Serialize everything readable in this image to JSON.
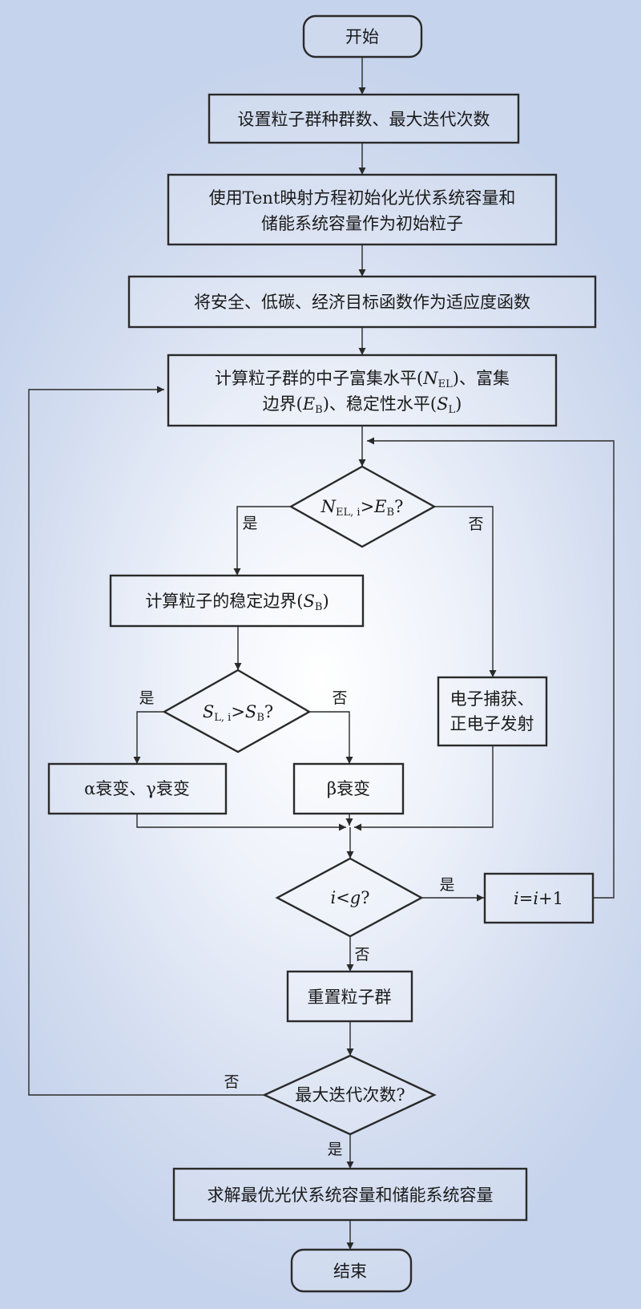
{
  "nodes": {
    "start": "开始",
    "set_params": "设置粒子群种群数、最大迭代次数",
    "init_line1": "使用Tent映射方程初始化光伏系统容量和",
    "init_line2": "储能系统容量作为初始粒子",
    "fitness": "将安全、低碳、经济目标函数作为适应度函数",
    "compute_line1_a": "计算粒子群的中子富集水平(",
    "compute_line1_var": "N",
    "compute_line1_sub": "EL",
    "compute_line1_b": ")、富集",
    "compute_line2_a": "边界(",
    "compute_line2_var1": "E",
    "compute_line2_sub1": "B",
    "compute_line2_b": ")、稳定性水平(",
    "compute_line2_var2": "S",
    "compute_line2_sub2": "L",
    "compute_line2_c": ")",
    "dec1_var1": "N",
    "dec1_sub1": "EL, i",
    "dec1_op": ">",
    "dec1_var2": "E",
    "dec1_sub2": "B",
    "dec1_q": "?",
    "stable_bound_a": "计算粒子的稳定边界(",
    "stable_bound_var": "S",
    "stable_bound_sub": "B",
    "stable_bound_b": ")",
    "dec2_var1": "S",
    "dec2_sub1": "L, i",
    "dec2_op": ">",
    "dec2_var2": "S",
    "dec2_sub2": "B",
    "dec2_q": "?",
    "electron_line1": "电子捕获、",
    "electron_line2": "正电子发射",
    "alpha_gamma": "α衰变、γ衰变",
    "beta": "β衰变",
    "dec3_var1": "i",
    "dec3_op": "<",
    "dec3_var2": "g",
    "dec3_q": "?",
    "incr_var1": "i",
    "incr_eq": "=",
    "incr_var2": "i",
    "incr_plus": "+1",
    "reset": "重置粒子群",
    "dec4": "最大迭代次数?",
    "solve": "求解最优光伏系统容量和储能系统容量",
    "end": "结束"
  },
  "labels": {
    "yes": "是",
    "no": "否"
  }
}
